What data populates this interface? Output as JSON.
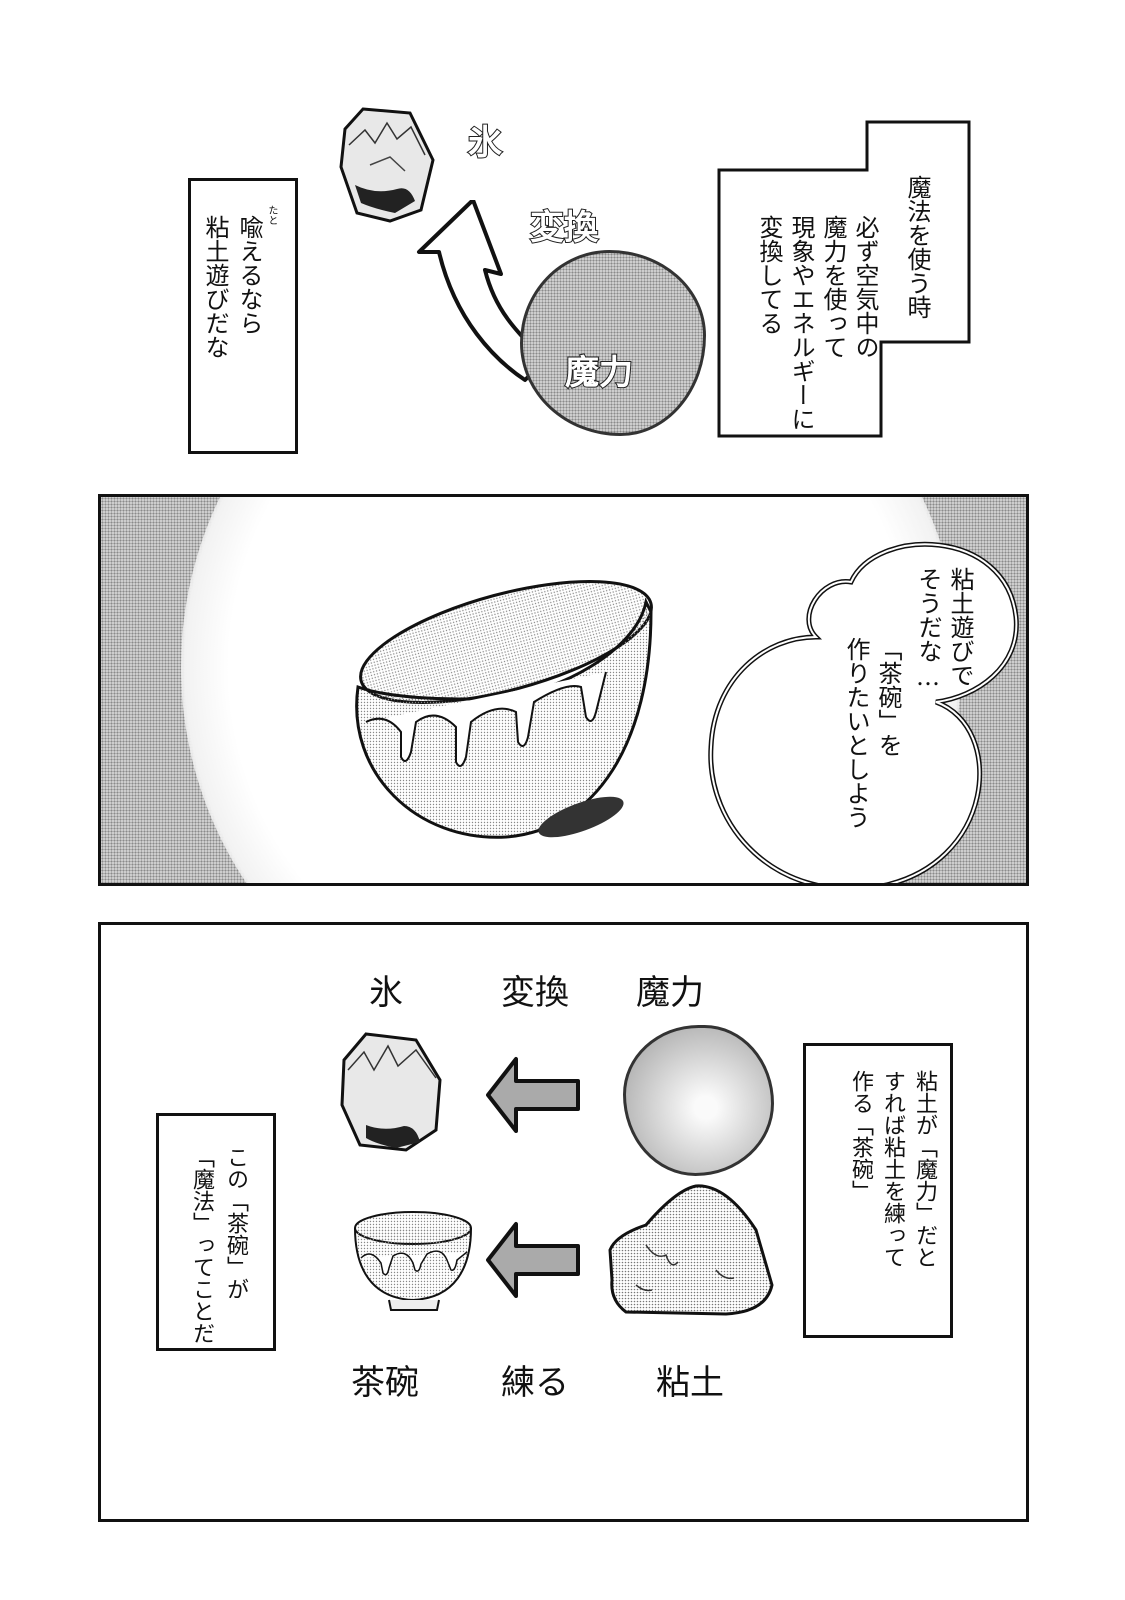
{
  "panel1": {
    "caption_right": {
      "line1": "魔法を使う時",
      "lines": [
        "必ず空気中の",
        "魔力を使って",
        "現象やエネルギーに",
        "変換してる"
      ]
    },
    "caption_left": {
      "ruby": "たと",
      "lines": [
        "喩えるなら",
        "粘土遊びだな"
      ]
    },
    "sfx_ice": "氷",
    "sfx_convert": "変換",
    "sfx_mana": "魔力"
  },
  "panel2": {
    "bubble_lines": [
      "粘土遊びで",
      "そうだな…",
      "",
      "「茶碗」を",
      "作りたいとしよう"
    ]
  },
  "panel3": {
    "top_labels": {
      "ice": "氷",
      "convert": "変換",
      "mana": "魔力"
    },
    "bottom_labels": {
      "bowl": "茶碗",
      "knead": "練る",
      "clay": "粘土"
    },
    "caption_right_lines": [
      "粘土が「魔力」だと",
      "すれば粘土を練って",
      "作る「茶碗」"
    ],
    "caption_left_lines": [
      "この「茶碗」が",
      "「魔法」ってことだ"
    ]
  }
}
